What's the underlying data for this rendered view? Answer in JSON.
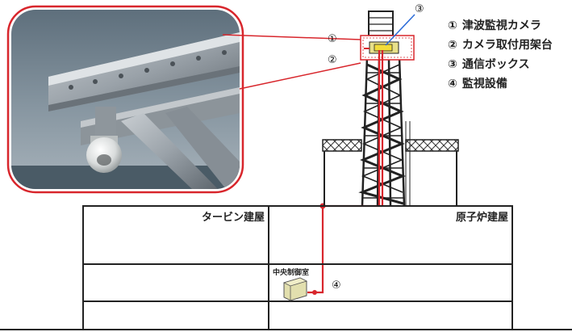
{
  "legend": {
    "items": [
      {
        "mark": "①",
        "text": "津波監視カメラ"
      },
      {
        "mark": "②",
        "text": "カメラ取付用架台"
      },
      {
        "mark": "③",
        "text": "通信ボックス"
      },
      {
        "mark": "④",
        "text": "監視設備"
      }
    ]
  },
  "callouts": {
    "c1": "①",
    "c2": "②",
    "c3": "③",
    "c4": "④"
  },
  "buildings": {
    "turbine": "タービン建屋",
    "reactor": "原子炉建屋",
    "control_room": "中央制御室"
  },
  "colors": {
    "accent_red": "#d8262c",
    "line_gray": "#222222",
    "sky_photo": "#6d7f8c"
  }
}
